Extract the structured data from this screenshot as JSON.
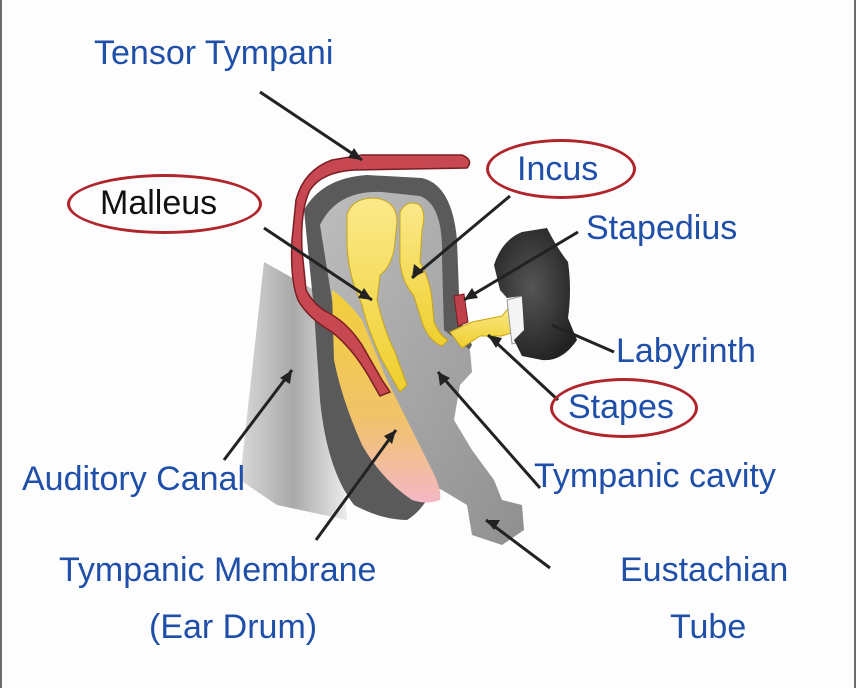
{
  "labels": {
    "tensor_tympani": "Tensor Tympani",
    "malleus": "Malleus",
    "incus": "Incus",
    "stapedius": "Stapedius",
    "labyrinth": "Labyrinth",
    "stapes": "Stapes",
    "auditory_canal": "Auditory Canal",
    "tympanic_cavity": "Tympanic cavity",
    "tympanic_membrane_line1": "Tympanic Membrane",
    "tympanic_membrane_line2": "(Ear Drum)",
    "eustachian_tube_line1": "Eustachian",
    "eustachian_tube_line2": "Tube"
  },
  "colors": {
    "label_text": "#1f4fa8",
    "highlight_ring": "#b0252c",
    "bone": "#f3d54b",
    "muscle": "#c0404a",
    "canal_gray": "#9a9a9a",
    "labyrinth_dark": "#3a3a3a"
  }
}
